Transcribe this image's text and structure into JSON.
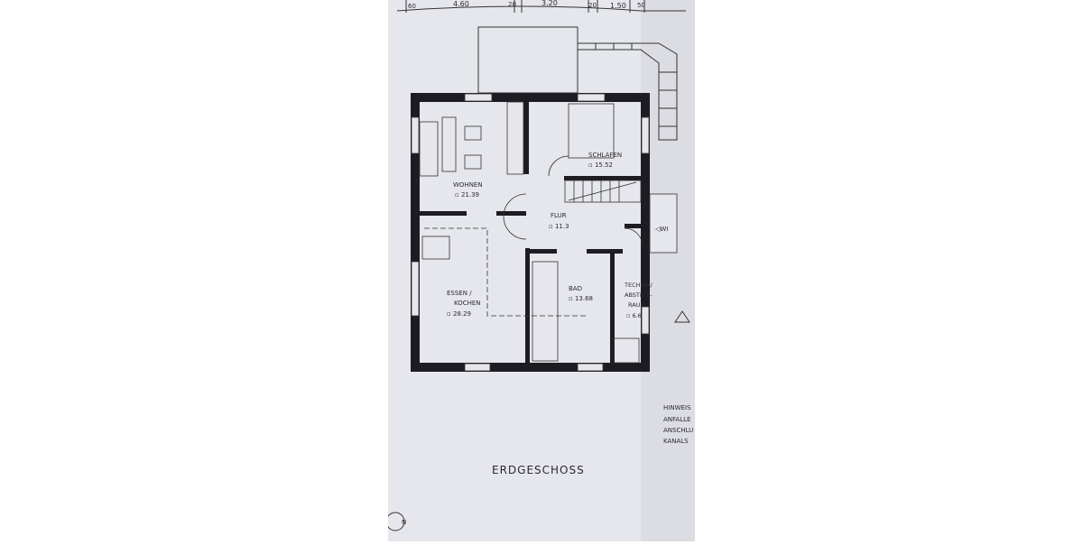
{
  "dimensions": [
    "60",
    "4.60",
    "20",
    "3.20",
    "20",
    "1.50",
    "50"
  ],
  "rooms": [
    {
      "name": "WOHNEN",
      "area": "▫ 21.39"
    },
    {
      "name": "SCHLAFEN",
      "area": "▫ 15.52"
    },
    {
      "name": "FLUR",
      "area": "▫ 11.3"
    },
    {
      "name": "ESSEN /",
      "name2": "KOCHEN",
      "area": "▫ 28.29"
    },
    {
      "name": "BAD",
      "area": "▫ 13.68"
    },
    {
      "name": "TECHNIK/",
      "name2": "ABSTELL-",
      "name3": "RAUM",
      "area": "▫ 6.6"
    }
  ],
  "wi_label": "◁WI",
  "floor_title": "ERDGESCHOSS",
  "notes": [
    "HINWEIS",
    "ANFALLE",
    "ANSCHLU",
    "KANALS"
  ],
  "north_label": "N",
  "colors": {
    "paper": "#e6e7ec",
    "ink": "#1c1c22"
  }
}
